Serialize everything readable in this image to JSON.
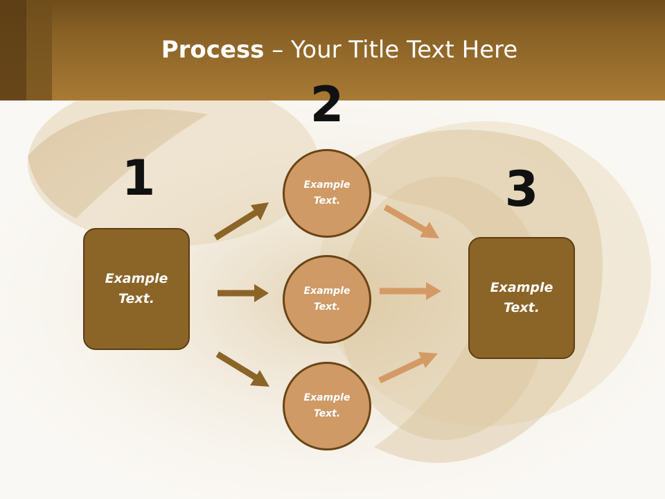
{
  "title": {
    "bold": "Process",
    "rest": " – Your Title Text Here"
  },
  "steps": {
    "one": "1",
    "two": "2",
    "three": "3"
  },
  "nodes": {
    "left_box": "Example Text.",
    "circle_top": "Example Text.",
    "circle_mid": "Example Text.",
    "circle_bottom": "Example Text.",
    "right_box": "Example Text."
  },
  "colors": {
    "dark_arrow": "#8b6427",
    "light_arrow": "#d49a66",
    "box": "#8b6427",
    "circle": "#cf9a66"
  }
}
